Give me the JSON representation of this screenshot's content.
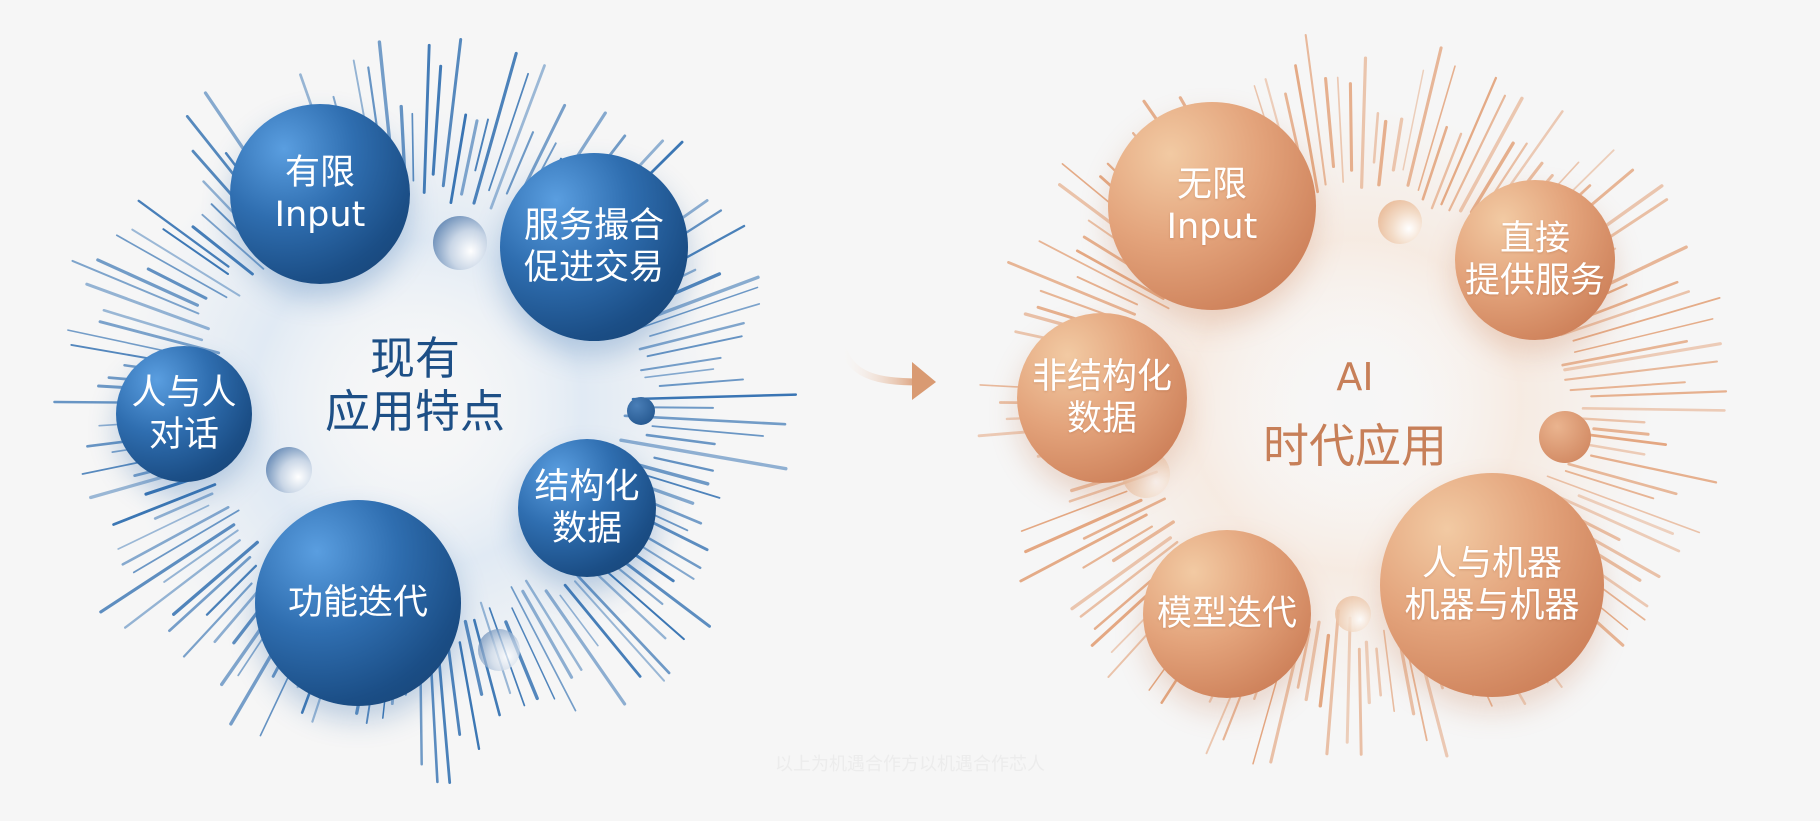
{
  "left_panel": {
    "title": "现有\n应用特点",
    "title_color": "#1d4f86",
    "accent_color": "#2f6eb0",
    "nodes": [
      {
        "id": "limited_input",
        "label": "有限\nInput"
      },
      {
        "id": "matchmaking",
        "label": "服务撮合\n促进交易"
      },
      {
        "id": "human_to_human",
        "label": "人与人\n对话"
      },
      {
        "id": "structured_data",
        "label": "结构化\n数据"
      },
      {
        "id": "feature_iteration",
        "label": "功能迭代"
      }
    ]
  },
  "transition_arrow": {
    "icon": "curved-arrow-right-icon",
    "color": "#d99a72"
  },
  "right_panel": {
    "title_line1": "AI",
    "title_line2": "时代应用",
    "title_color": "#c77f58",
    "accent_color": "#e3a37b",
    "nodes": [
      {
        "id": "unlimited_input",
        "label": "无限\nInput"
      },
      {
        "id": "direct_service",
        "label": "直接\n提供服务"
      },
      {
        "id": "unstructured_data",
        "label": "非结构化\n数据"
      },
      {
        "id": "human_machine",
        "label": "人与机器\n机器与机器"
      },
      {
        "id": "model_iteration",
        "label": "模型迭代"
      }
    ]
  },
  "caption": "以上为机遇合作方以机遇合作芯人"
}
